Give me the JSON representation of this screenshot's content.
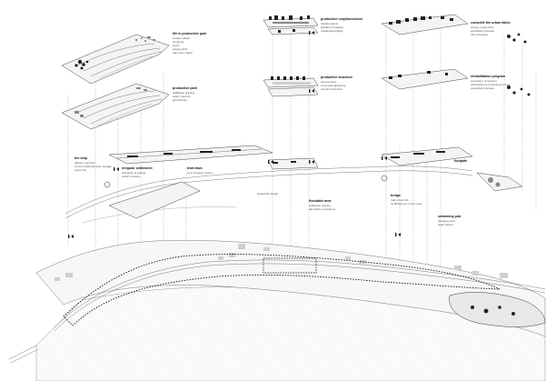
{
  "labels": {
    "life_in_productive_park": {
      "title": "life in productive park",
      "lines": [
        "weekly market",
        "shopping",
        "forest",
        "playgrounds",
        "train tram station"
      ]
    },
    "productive_park": {
      "title": "productive park",
      "lines": [
        "wildflower grazing",
        "water reservoir",
        "greenhouse"
      ]
    },
    "productive_neighbourhood": {
      "title": "productive neighbourhood",
      "lines": [
        "transformation",
        "parallel occupation",
        "residential parking"
      ]
    },
    "productive_structure": {
      "title": "productive structure",
      "lines": [
        "greenhouses",
        "crops and gardening",
        "animal connection"
      ]
    },
    "complete_urban_fabric": {
      "title": "complete the urban fabric",
      "lines": [
        "occupy empty plots",
        "population increase",
        "full occupation"
      ]
    },
    "rehabilitation_program": {
      "title": "rehabilitation program",
      "lines": [
        "renovation of squares",
        "refurbishment of existing houses",
        "population increase"
      ]
    },
    "the_strip": {
      "title": "the strip",
      "lines": [
        "parking, services",
        "commercial/productive storage",
        "green line"
      ]
    },
    "irregular_settlement": {
      "title": "irregular settlement",
      "lines": [
        "relocation of people",
        "public contests"
      ]
    },
    "train_tram": {
      "title": "train tram",
      "lines": [
        "new transport system"
      ]
    },
    "pedestrian_bridge": {
      "title": "pedestrian bridge",
      "lines": []
    },
    "floodable_area": {
      "title": "floodable area",
      "lines": [
        "wildflower grazing",
        "alternative excursions"
      ]
    },
    "footpath": {
      "title": "footpath",
      "lines": []
    },
    "bridge": {
      "title": "bridge",
      "lines": [
        "train urban link",
        "tie Bellsite as a river route"
      ]
    },
    "swimming_pub": {
      "title": "swimming pub",
      "lines": [
        "dragging sport",
        "water leisure"
      ]
    }
  }
}
